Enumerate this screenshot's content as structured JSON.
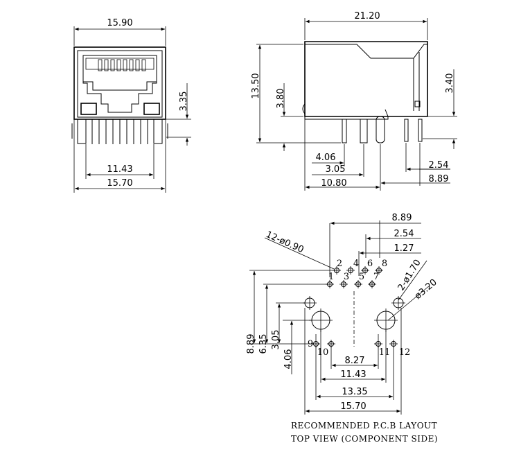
{
  "front_view": {
    "width_top": "15.90",
    "height_right": "3.35",
    "pitch_inner": "11.43",
    "width_bottom": "15.70"
  },
  "side_view": {
    "length_top": "21.20",
    "height_total": "13.50",
    "height_left": "3.80",
    "height_right": "3.40",
    "dim_406": "4.06",
    "dim_305": "3.05",
    "dim_1080": "10.80",
    "dim_254": "2.54",
    "dim_889": "8.89"
  },
  "pcb_layout": {
    "dim_top_889": "8.89",
    "dim_top_254": "2.54",
    "dim_top_127": "1.27",
    "hole_small": "12-ø0.90",
    "hole_medium": "2-ø1.70",
    "hole_large": "ø3.20",
    "pins_top": [
      "2",
      "4",
      "6",
      "8"
    ],
    "pins_bottom": [
      "1",
      "3",
      "5",
      "7"
    ],
    "pin_9": "9",
    "pin_10": "10",
    "pin_11": "11",
    "pin_12": "12",
    "v_889": "8.89",
    "v_635": "6.35",
    "v_305": "3.05",
    "v_406": "4.06",
    "h_827": "8.27",
    "h_1143": "11.43",
    "h_1335": "13.35",
    "h_1570": "15.70",
    "caption_line1": "RECOMMENDED P.C.B LAYOUT",
    "caption_line2": "TOP VIEW (COMPONENT SIDE)"
  }
}
